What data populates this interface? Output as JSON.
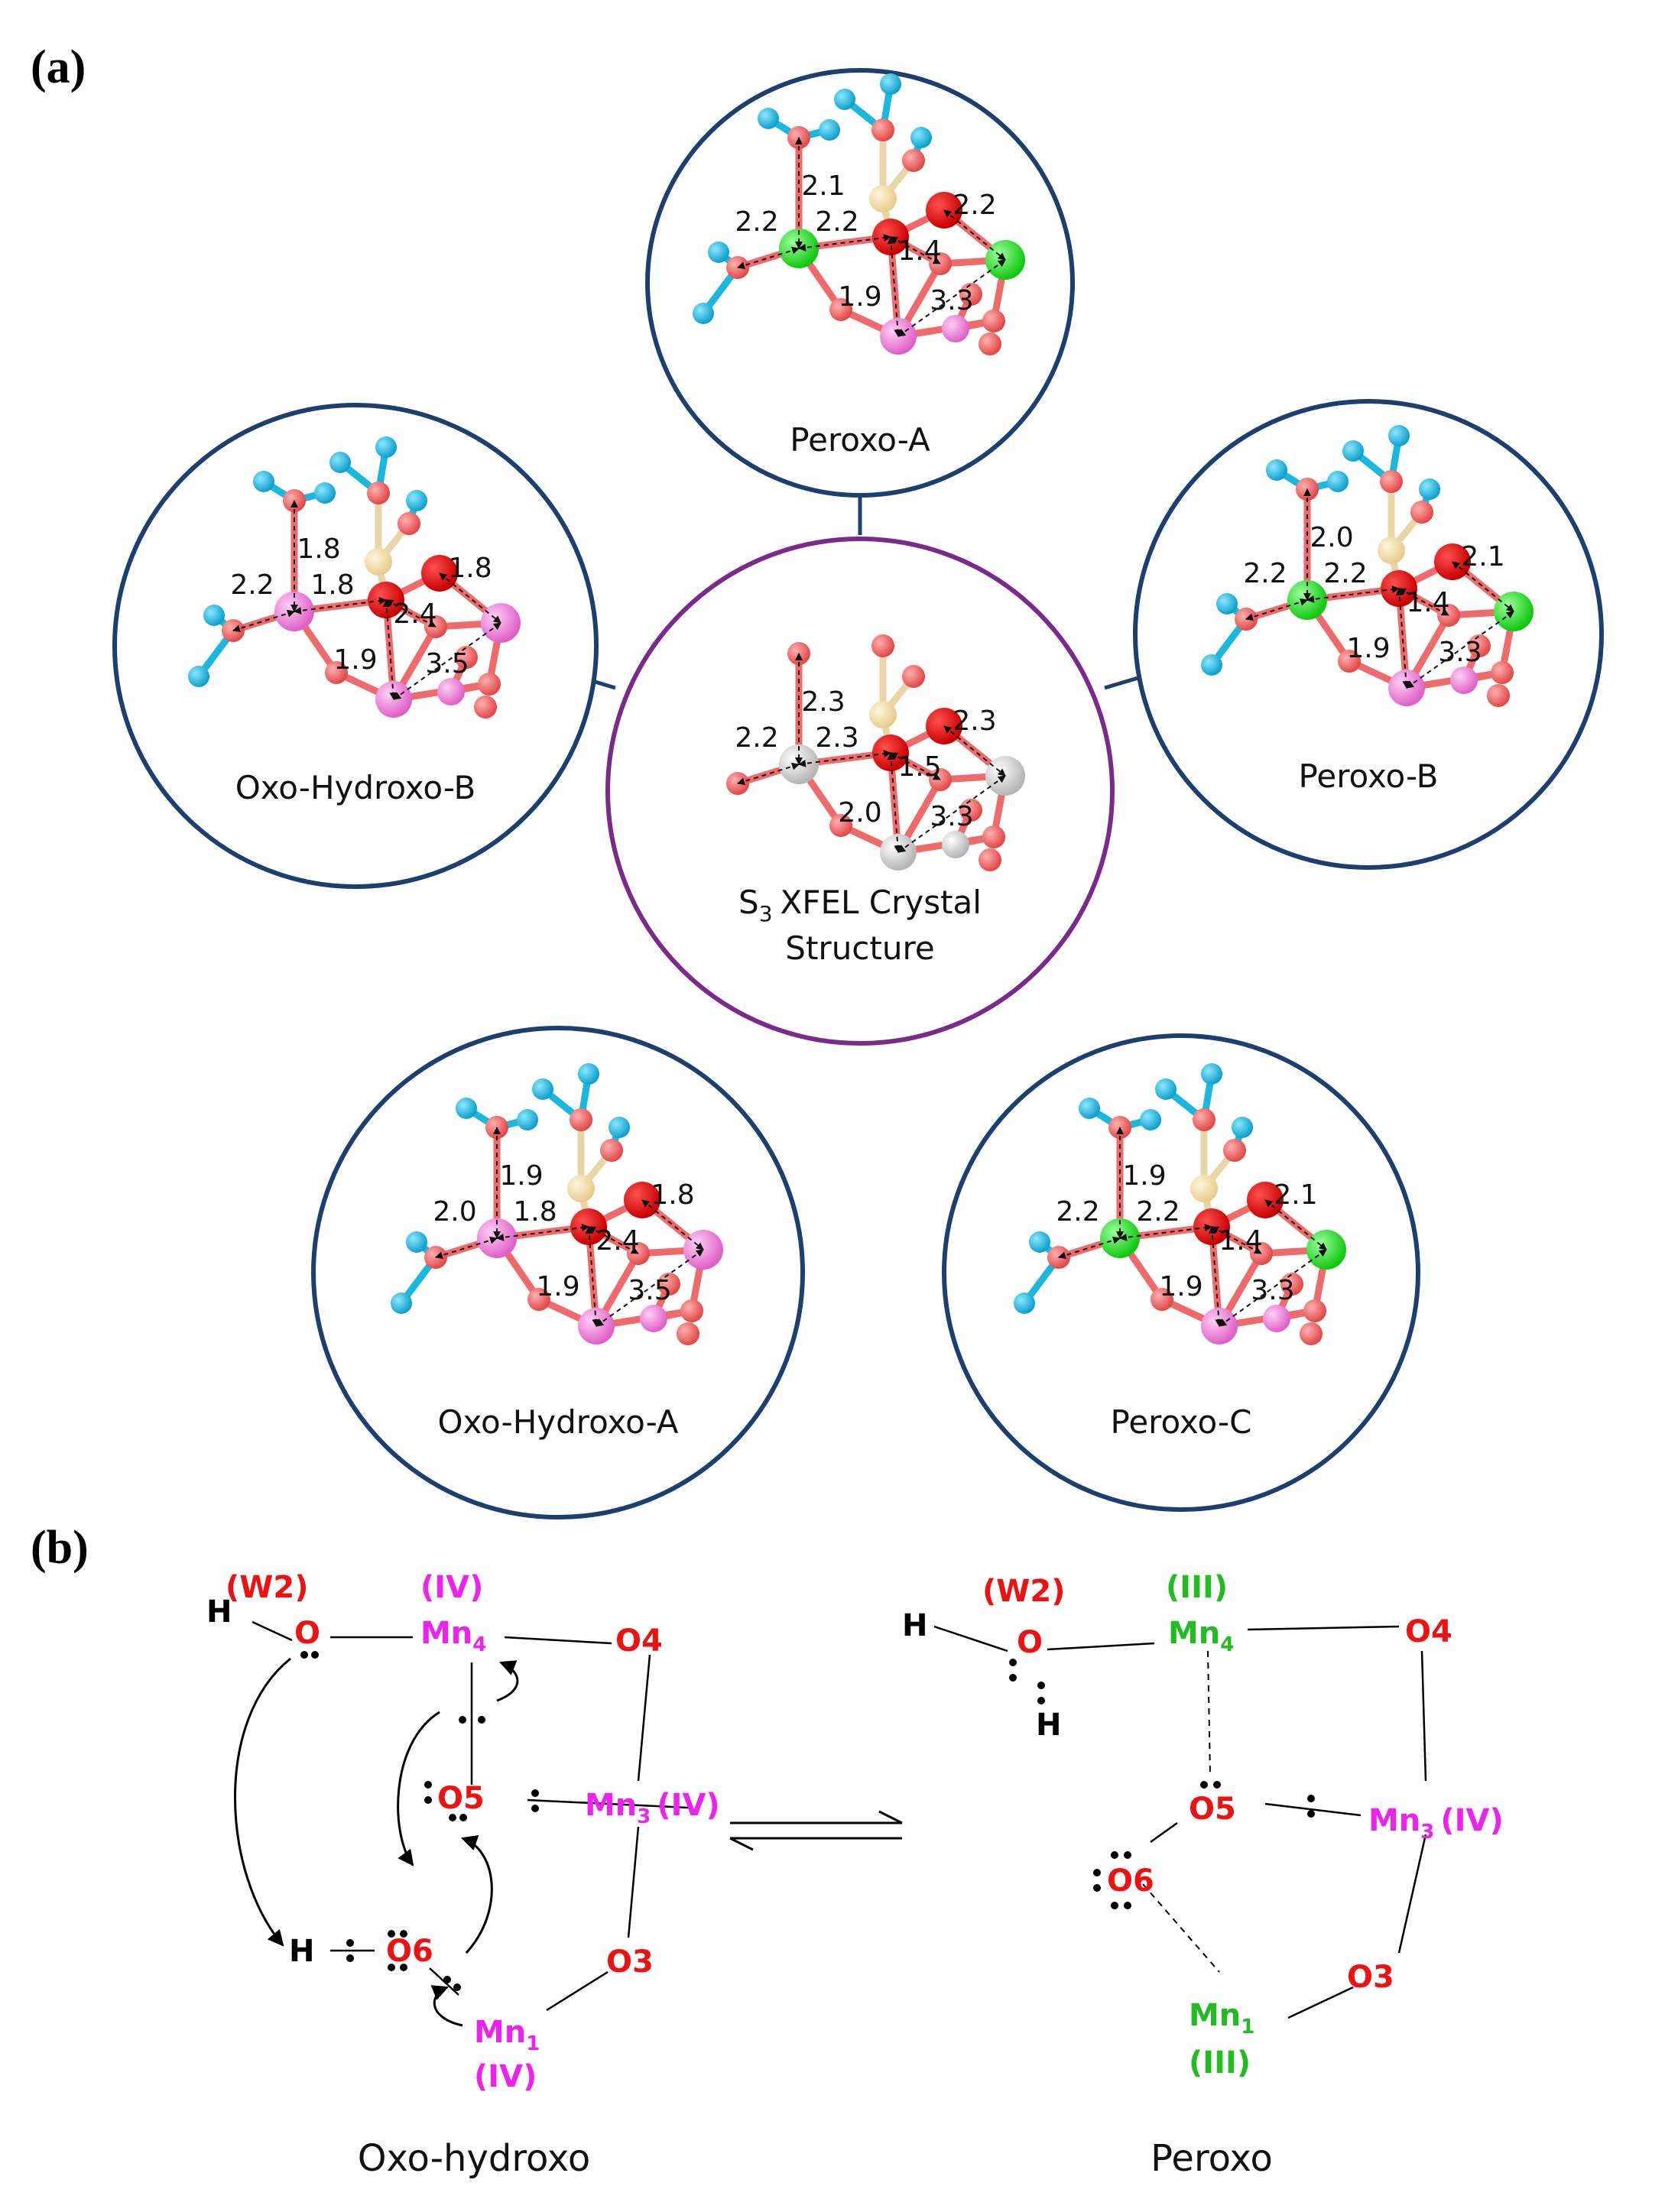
{
  "panel_a_label": "(a)",
  "panel_b_label": "(b)",
  "colors": {
    "ring_outer": "#1c3f6e",
    "ring_center": "#7a2a8a",
    "oxygen": "#ef5a5a",
    "oxygen_dark": "#e01010",
    "hydrogen": "#19b8dc",
    "mn_iii": "#1ee61e",
    "mn_iv": "#ee7ad8",
    "mn_xfel": "#cfcfcf",
    "ca": "#f2dca6",
    "label_oxygen": "#ee1111",
    "label_mn_iv": "#ee22ee",
    "label_mn_iii": "#22bb22"
  },
  "structures": {
    "center": {
      "caption_main": "XFEL Crystal",
      "caption_prefix": "S",
      "caption_sub": "3",
      "caption_line2": "Structure",
      "distances": [
        "2.3",
        "2.2",
        "2.3",
        "2.3",
        "1.5",
        "2.0",
        "3.3"
      ]
    },
    "top": {
      "caption": "Peroxo-A",
      "distances": [
        "2.1",
        "2.2",
        "2.2",
        "2.2",
        "1.4",
        "1.9",
        "3.3"
      ]
    },
    "upper_left": {
      "caption": "Oxo-Hydroxo-B",
      "distances": [
        "1.8",
        "2.2",
        "1.8",
        "1.8",
        "2.4",
        "1.9",
        "3.5"
      ]
    },
    "upper_right": {
      "caption": "Peroxo-B",
      "distances": [
        "2.0",
        "2.2",
        "2.2",
        "2.1",
        "1.4",
        "1.9",
        "3.3"
      ]
    },
    "lower_left": {
      "caption": "Oxo-Hydroxo-A",
      "distances": [
        "1.9",
        "2.0",
        "1.8",
        "1.8",
        "2.4",
        "1.9",
        "3.5"
      ]
    },
    "lower_right": {
      "caption": "Peroxo-C",
      "distances": [
        "1.9",
        "2.2",
        "2.2",
        "2.1",
        "1.4",
        "1.9",
        "3.3"
      ]
    }
  },
  "scheme_left": {
    "caption": "Oxo-hydroxo",
    "H_w": "H",
    "W2": "(W2)",
    "O_w": "O",
    "Mn4_ox": "(IV)",
    "Mn4": "Mn",
    "Mn4_sub": "4",
    "O4": "O4",
    "O5": "O5",
    "Mn3": "Mn",
    "Mn3_sub": "3",
    "Mn3_ox": "(IV)",
    "H_6": "H",
    "O6": "O6",
    "O3": "O3",
    "Mn1": "Mn",
    "Mn1_sub": "1",
    "Mn1_ox": "(IV)"
  },
  "scheme_right": {
    "caption": "Peroxo",
    "H_w1": "H",
    "W2": "(W2)",
    "O_w": "O",
    "H_w2": "H",
    "Mn4_ox": "(III)",
    "Mn4": "Mn",
    "Mn4_sub": "4",
    "O4": "O4",
    "O5": "O5",
    "Mn3": "Mn",
    "Mn3_sub": "3",
    "Mn3_ox": "(IV)",
    "O6": "O6",
    "O3": "O3",
    "Mn1": "Mn",
    "Mn1_sub": "1",
    "Mn1_ox": "(III)"
  }
}
